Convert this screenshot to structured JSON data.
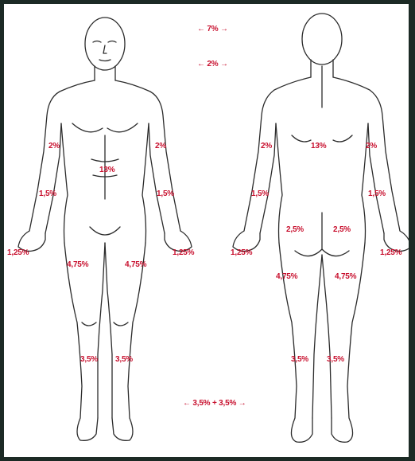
{
  "colors": {
    "label": "#c8102e",
    "outline": "#2b2b2b",
    "frame": "#1c2a25"
  },
  "top_arrows": {
    "head": "← 7% →",
    "neck": "← 2% →"
  },
  "bottom_arrow": "← 3,5% + 3,5% →",
  "front": {
    "upper_arm_left": "2%",
    "upper_arm_right": "2%",
    "trunk": "13%",
    "forearm_left": "1,5%",
    "forearm_right": "1,5%",
    "hand_left": "1,25%",
    "hand_right": "1,25%",
    "thigh_left": "4,75%",
    "thigh_right": "4,75%",
    "leg_left": "3,5%",
    "leg_right": "3,5%"
  },
  "back": {
    "upper_arm_left": "2%",
    "upper_arm_right": "2%",
    "trunk": "13%",
    "forearm_left": "1,5%",
    "forearm_right": "1,5%",
    "buttock_left": "2,5%",
    "buttock_right": "2,5%",
    "hand_left": "1,25%",
    "hand_right": "1,25%",
    "thigh_left": "4,75%",
    "thigh_right": "4,75%",
    "leg_left": "3,5%",
    "leg_right": "3,5%"
  }
}
